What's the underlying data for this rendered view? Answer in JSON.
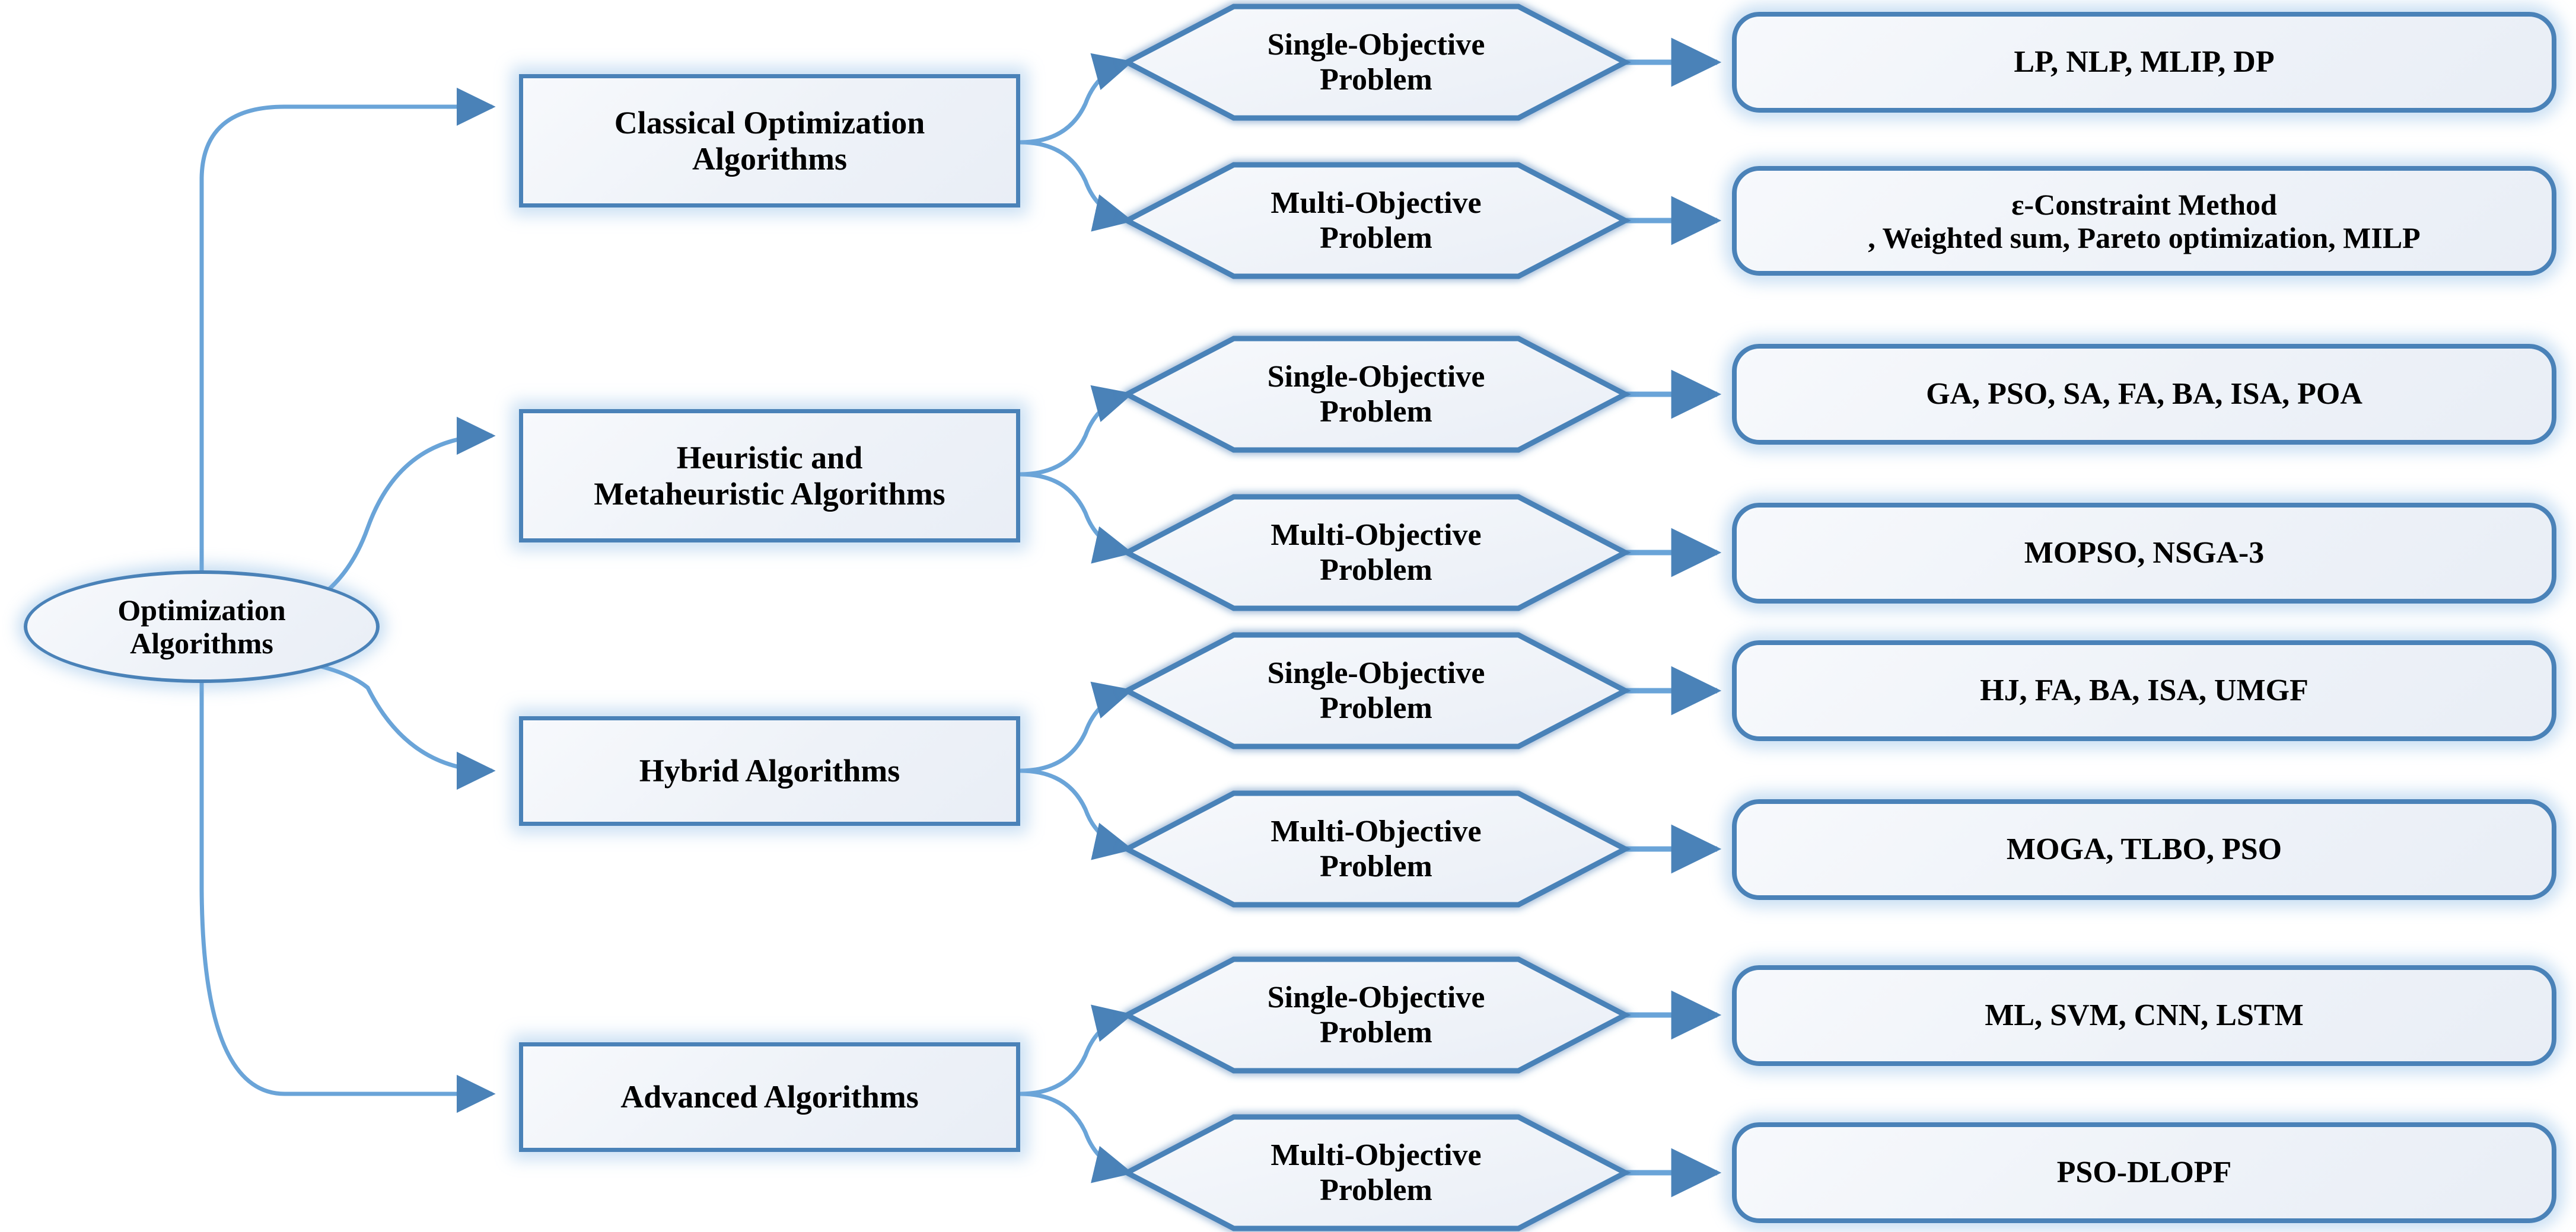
{
  "diagram": {
    "title": "Optimization Algorithms taxonomy",
    "colors": {
      "stroke": "#4a82b8",
      "fill_light": "#f7f9fc",
      "fill_dark": "#e9eef6",
      "glow": "#78afe1",
      "text": "#000000"
    },
    "root": {
      "label": "Optimization\nAlgorithms"
    },
    "problem_types": {
      "single": "Single-Objective\nProblem",
      "multi": "Multi-Objective\nProblem"
    },
    "branches": [
      {
        "id": "classical",
        "category": "Classical Optimization\nAlgorithms",
        "single_problem": "Single-Objective\nProblem",
        "single_methods": "LP, NLP, MLIP, DP",
        "multi_problem": "Multi-Objective\nProblem",
        "multi_methods": "ε-Constraint Method\n, Weighted sum, Pareto optimization, MILP"
      },
      {
        "id": "heuristic",
        "category": "Heuristic and\nMetaheuristic Algorithms",
        "single_problem": "Single-Objective\nProblem",
        "single_methods": "GA, PSO, SA, FA, BA, ISA, POA",
        "multi_problem": "Multi-Objective\nProblem",
        "multi_methods": "MOPSO, NSGA-3"
      },
      {
        "id": "hybrid",
        "category": "Hybrid Algorithms",
        "single_problem": "Single-Objective\nProblem",
        "single_methods": "HJ, FA, BA, ISA, UMGF",
        "multi_problem": "Multi-Objective\nProblem",
        "multi_methods": "MOGA, TLBO, PSO"
      },
      {
        "id": "advanced",
        "category": "Advanced Algorithms",
        "single_problem": "Single-Objective\nProblem",
        "single_methods": "ML, SVM, CNN, LSTM",
        "multi_problem": "Multi-Objective\nProblem",
        "multi_methods": "PSO-DLOPF"
      }
    ]
  }
}
